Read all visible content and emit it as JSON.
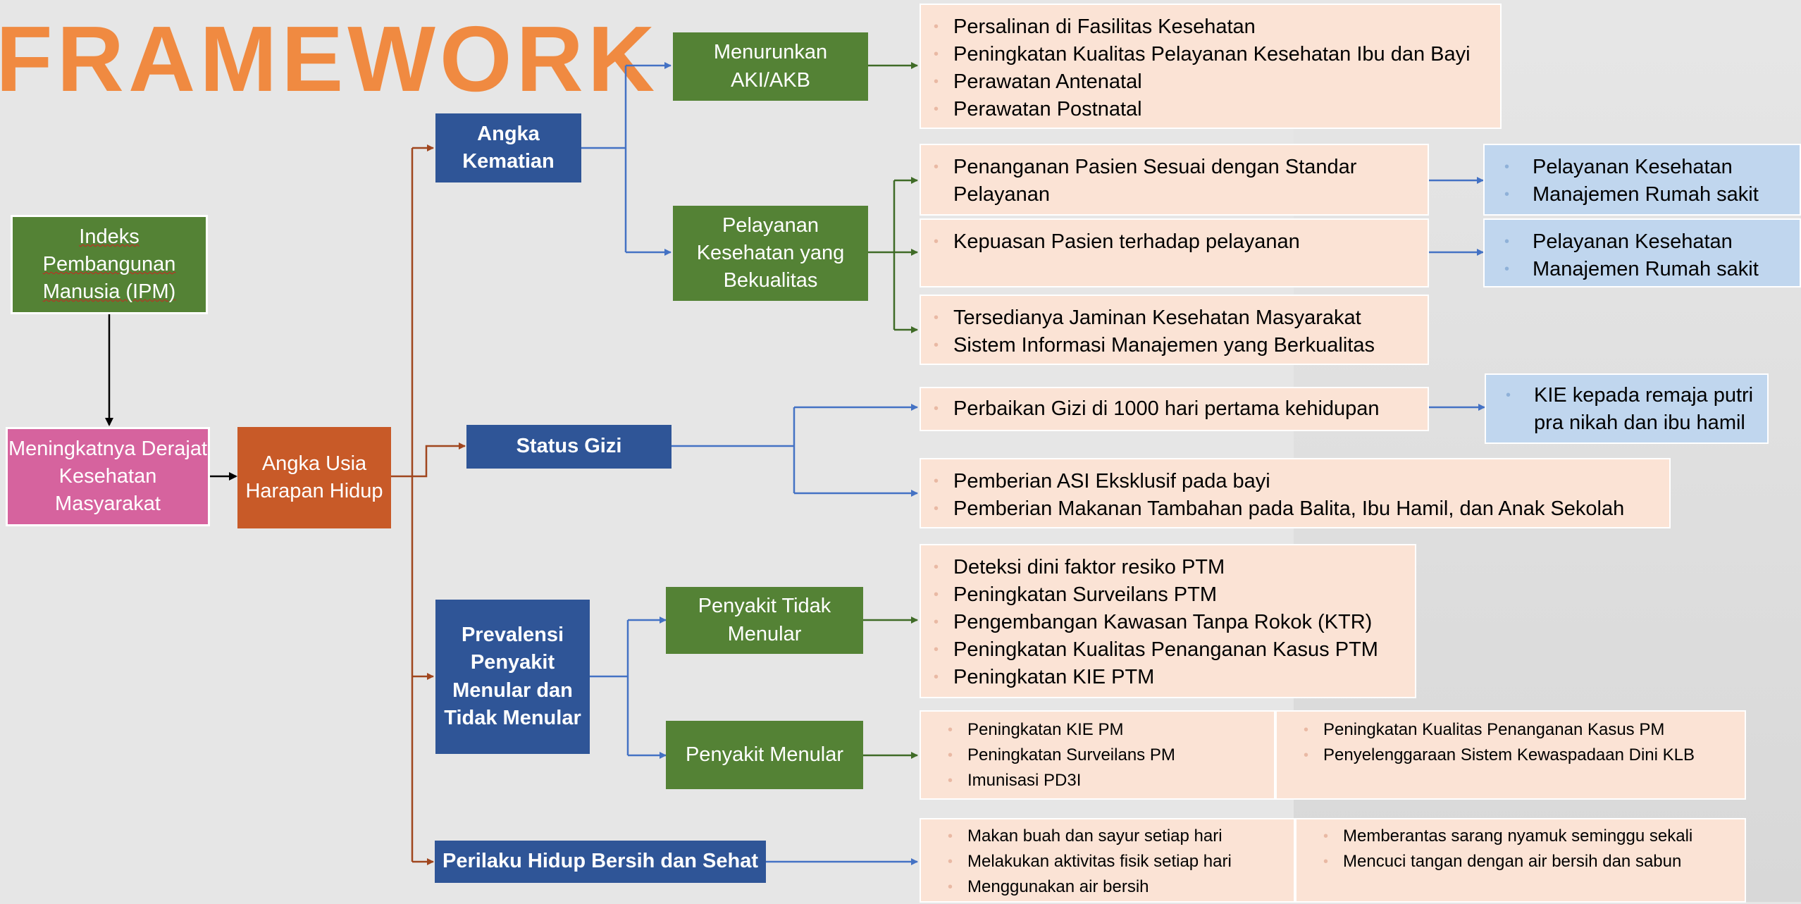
{
  "title": "FRAMEWORK",
  "colors": {
    "title": "#f08a41",
    "green": "#548235",
    "blue": "#2f5597",
    "pink": "#d6639e",
    "orange": "#c85a28",
    "list_bg": "#fbe3d5",
    "blue_list_bg": "#c0d6ee"
  },
  "nodes": {
    "ipm": "Indeks Pembangunan Manusia (IPM)",
    "derajat": "Meningkatnya Derajat Kesehatan Masyarakat",
    "uhh": "Angka Usia Harapan Hidup",
    "kematian": "Angka Kematian",
    "gizi": "Status Gizi",
    "prevalensi": "Prevalensi Penyakit Menular dan Tidak Menular",
    "phbs": "Perilaku Hidup Bersih dan Sehat",
    "aki": "Menurunkan AKI/AKB",
    "pelayanan": "Pelayanan Kesehatan yang Bekualitas",
    "ptm": "Penyakit Tidak Menular",
    "pm": "Penyakit Menular"
  },
  "lists": {
    "aki": [
      "Persalinan di Fasilitas Kesehatan",
      "Peningkatan Kualitas Pelayanan Kesehatan Ibu dan Bayi",
      "Perawatan Antenatal",
      "Perawatan Postnatal"
    ],
    "standar": [
      "Penanganan Pasien Sesuai dengan Standar Pelayanan"
    ],
    "kepuasan": [
      "Kepuasan Pasien terhadap pelayanan"
    ],
    "jaminan": [
      "Tersedianya Jaminan Kesehatan Masyarakat",
      "Sistem Informasi Manajemen yang Berkualitas"
    ],
    "gizi1000": [
      "Perbaikan Gizi di 1000 hari pertama kehidupan"
    ],
    "asi": [
      "Pemberian ASI Eksklusif pada bayi",
      "Pemberian Makanan Tambahan pada Balita, Ibu Hamil, dan Anak Sekolah"
    ],
    "ptm": [
      "Deteksi dini faktor resiko PTM",
      "Peningkatan Surveilans PTM",
      "Pengembangan Kawasan Tanpa Rokok (KTR)",
      "Peningkatan Kualitas Penanganan Kasus PTM",
      "Peningkatan KIE PTM"
    ],
    "pm1": [
      "Peningkatan KIE PM",
      "Peningkatan Surveilans PM",
      "Imunisasi PD3I"
    ],
    "pm2": [
      "Peningkatan Kualitas Penanganan Kasus PM",
      "Penyelenggaraan Sistem Kewaspadaan Dini KLB"
    ],
    "phbs1": [
      "Makan buah dan sayur setiap hari",
      "Melakukan aktivitas fisik setiap hari",
      "Menggunakan air bersih"
    ],
    "phbs2": [
      "Memberantas sarang nyamuk seminggu sekali",
      "Mencuci tangan dengan air bersih dan sabun"
    ],
    "rs1": [
      "Pelayanan Kesehatan",
      "Manajemen Rumah sakit"
    ],
    "rs2": [
      "Pelayanan Kesehatan",
      "Manajemen Rumah sakit"
    ],
    "kie": [
      "KIE kepada remaja putri pra nikah dan ibu hamil"
    ]
  }
}
